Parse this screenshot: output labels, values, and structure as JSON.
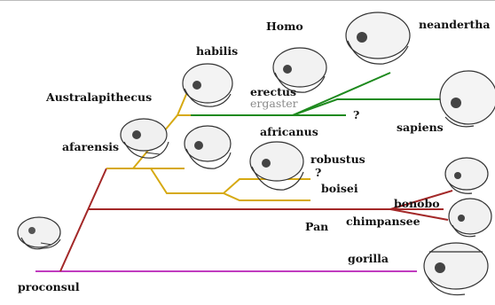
{
  "labels": {
    "homo": "Homo",
    "neanderthalensis": "neandertha",
    "habilis": "habilis",
    "australopithecus": "Australapithecus",
    "erectus": "erectus",
    "ergaster": "ergaster",
    "q_ergaster": "?",
    "sapiens": "sapiens",
    "africanus": "africanus",
    "afarensis": "afarensis",
    "robustus": "robustus",
    "q_robustus": "?",
    "boisei": "boisei",
    "bonobo": "bonobo",
    "pan": "Pan",
    "chimpansee": "chimpansee",
    "gorilla": "gorilla",
    "proconsul": "proconsul"
  },
  "branch_colors": {
    "homo": "#1e8a1e",
    "australopithecus": "#d6a912",
    "pan": "#a32828",
    "gorilla": "#c03cbf",
    "root": "#a32828"
  },
  "skull_icons": [
    "proconsul-skull",
    "afarensis-skull",
    "habilis-skull",
    "erectus-skull",
    "neanderthal-skull",
    "africanus-skull",
    "robustus-skull",
    "sapiens-skull",
    "bonobo-skull",
    "chimpanzee-skull",
    "gorilla-skull"
  ]
}
